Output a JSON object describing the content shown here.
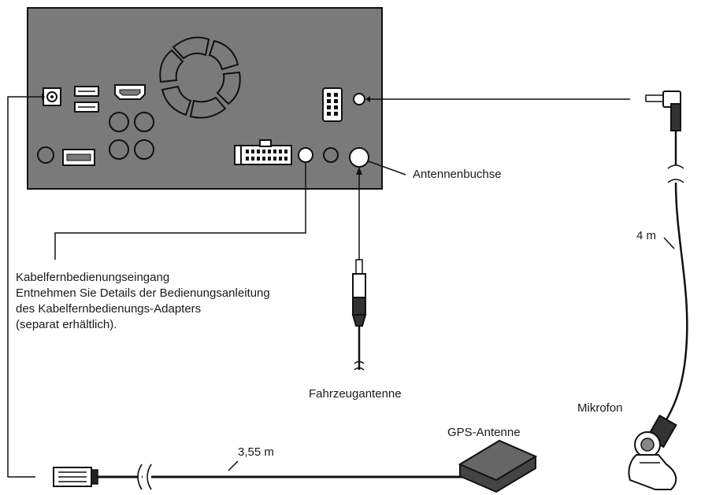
{
  "labels": {
    "antenna_jack": "Antennenbuchse",
    "remote_input_title": "Kabelfernbedienungseingang",
    "remote_input_lines": [
      "Entnehmen Sie Details der Bedienungsanleitung",
      "des Kabelfernbedienungs-Adapters",
      "(separat erhältlich)."
    ],
    "vehicle_antenna": "Fahrzeugantenne",
    "gps_antenna": "GPS-Antenne",
    "gps_cable_length": "3,55 m",
    "microphone": "Mikrofon",
    "mic_cable_length": "4 m"
  },
  "colors": {
    "unit_fill": "#7a7a7a",
    "outline": "#111111",
    "white": "#ffffff",
    "gps_box": "#5a5a5a"
  }
}
